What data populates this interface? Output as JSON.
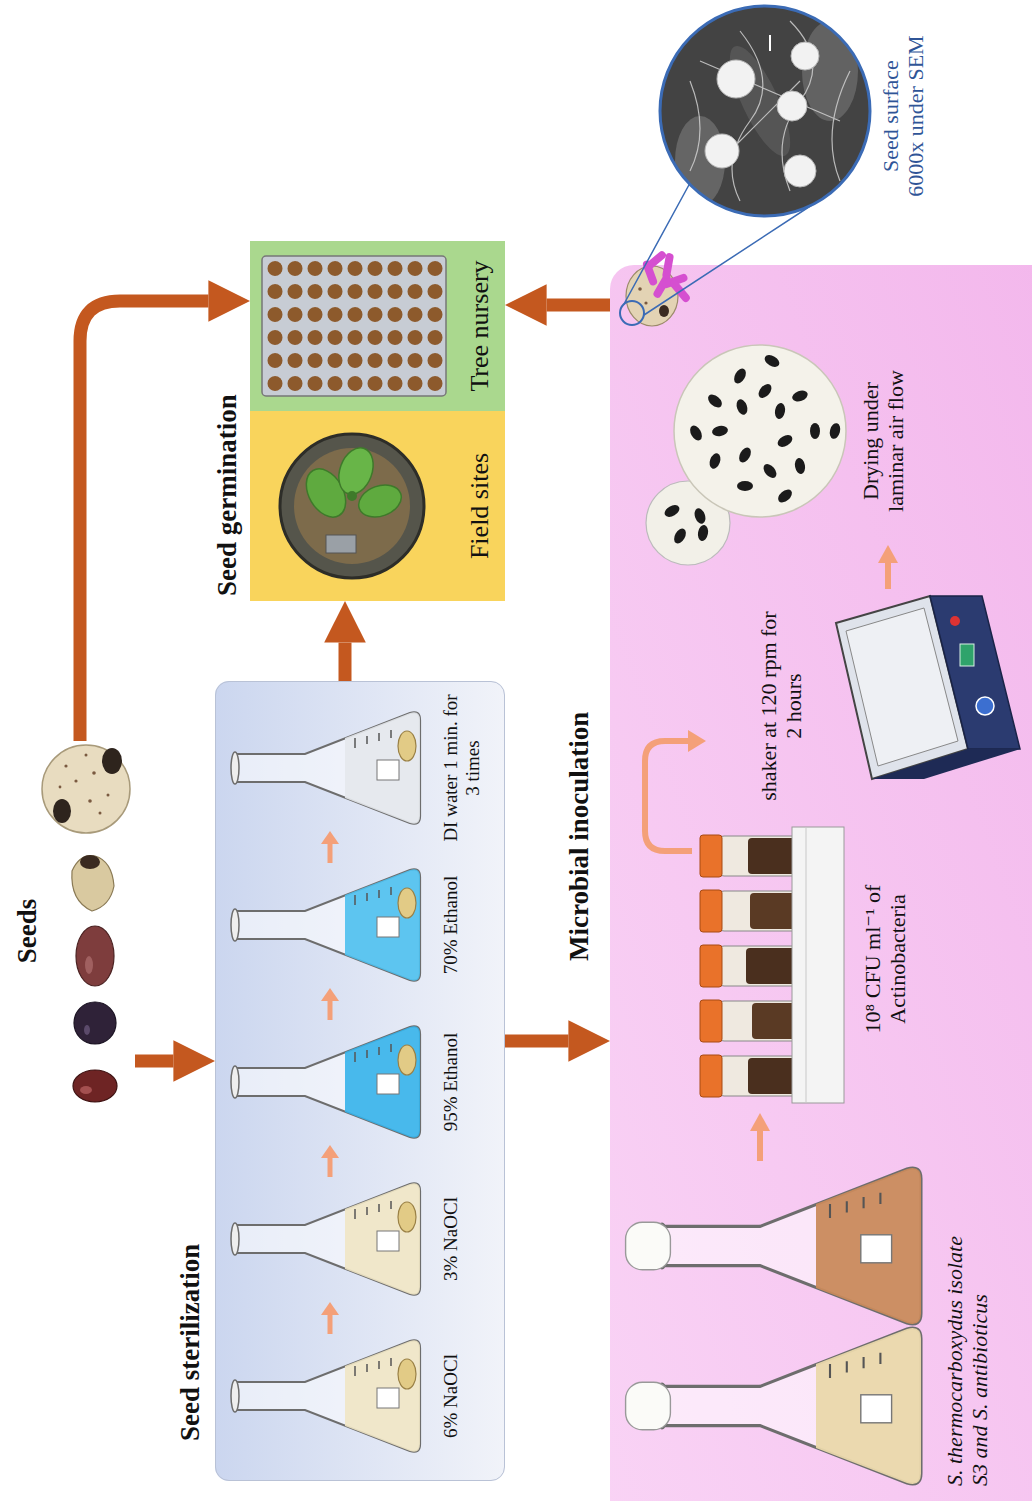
{
  "diagram": {
    "nodes": [
      {
        "text": [
          "Seeds"
        ]
      },
      {
        "text": [
          "Seed sterilization"
        ]
      },
      {
        "text": [
          "Seed germination"
        ]
      },
      {
        "text": [
          "Field sites"
        ],
        "in": 2
      },
      {
        "text": [
          "Tree nursery"
        ],
        "in": 2
      },
      {
        "text": [
          "Microbial inoculation"
        ]
      }
    ],
    "edges": [
      {
        "from": 0,
        "to": 1,
        "arrow": "to"
      },
      {
        "from": 0,
        "to": 2,
        "arrow": "to"
      },
      {
        "from": 1,
        "to": 3,
        "arrow": "to"
      },
      {
        "from": 1,
        "to": 5,
        "arrow": "to"
      },
      {
        "from": 5,
        "to": 4,
        "arrow": "to"
      }
    ],
    "labels": [
      "6% NaOCl",
      "3% NaOCl",
      "95% Ethanol",
      "70% Ethanol",
      "DI water 1 min. for 3 times",
      "S. thermocarboxydus isolate S3 and S. antibioticus",
      "10⁸ CFU ml⁻¹ of Actinobacteria",
      "shaker at 120 rpm for 2 hours",
      "Drying under laminar air flow",
      "Seed surface 6000x under SEM"
    ]
  }
}
